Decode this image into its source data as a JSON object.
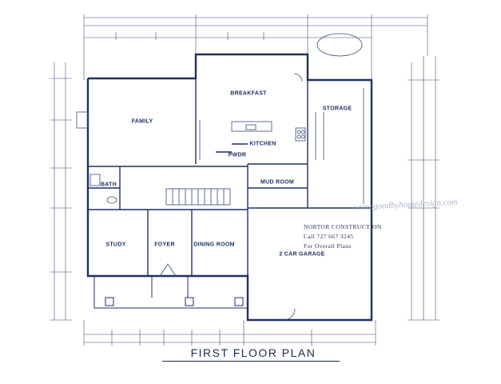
{
  "title": "FIRST FLOOR PLAN",
  "watermark": "www.goodbyhomedesign.com",
  "company": {
    "name": "NORTOR CONSTRUCTION",
    "phone": "Call 727 667 3245",
    "note": "For Overall Plans"
  },
  "rooms": {
    "family": "FAMILY",
    "breakfast": "BREAKFAST",
    "kitchen": "KITCHEN",
    "storage": "STORAGE",
    "pwdr": "PWDR",
    "mud_room": "MUD ROOM",
    "bath": "BATH",
    "study": "STUDY",
    "foyer": "FOYER",
    "dining_room": "DINING ROOM",
    "garage": "2 CAR GARAGE"
  },
  "colors": {
    "wall": "#1f2f66",
    "linework": "#3b4a80",
    "text": "#1c2f63"
  }
}
